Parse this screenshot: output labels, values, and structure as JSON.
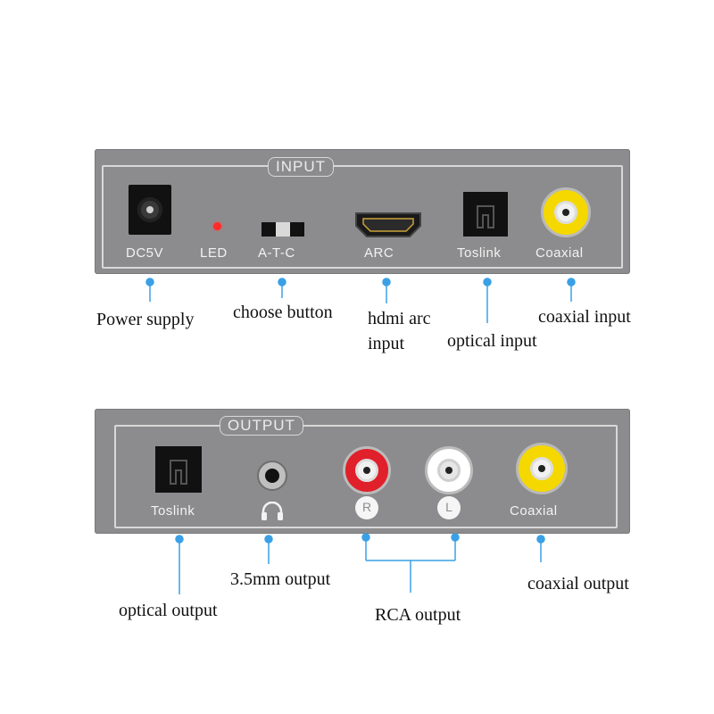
{
  "input_panel": {
    "title": "INPUT",
    "ports": {
      "dc5v": "DC5V",
      "led": "LED",
      "atc": "A-T-C",
      "arc": "ARC",
      "toslink": "Toslink",
      "coaxial": "Coaxial"
    },
    "callouts": {
      "power": "Power supply",
      "choose": "choose button",
      "hdmi_line1": "hdmi arc",
      "hdmi_line2": "input",
      "optical": "optical input",
      "coaxial": "coaxial input"
    }
  },
  "output_panel": {
    "title": "OUTPUT",
    "ports": {
      "toslink": "Toslink",
      "rca_r": "R",
      "rca_l": "L",
      "coaxial": "Coaxial"
    },
    "callouts": {
      "optical": "optical output",
      "headphone": "3.5mm output",
      "rca": "RCA output",
      "coaxial": "coaxial output"
    }
  },
  "colors": {
    "panel": "#8c8c8e",
    "callout_line": "#3aa0e6",
    "led": "#ff2a2a",
    "rca_red": "#e0202a",
    "rca_white": "#ffffff",
    "rca_yellow": "#f5d800"
  }
}
